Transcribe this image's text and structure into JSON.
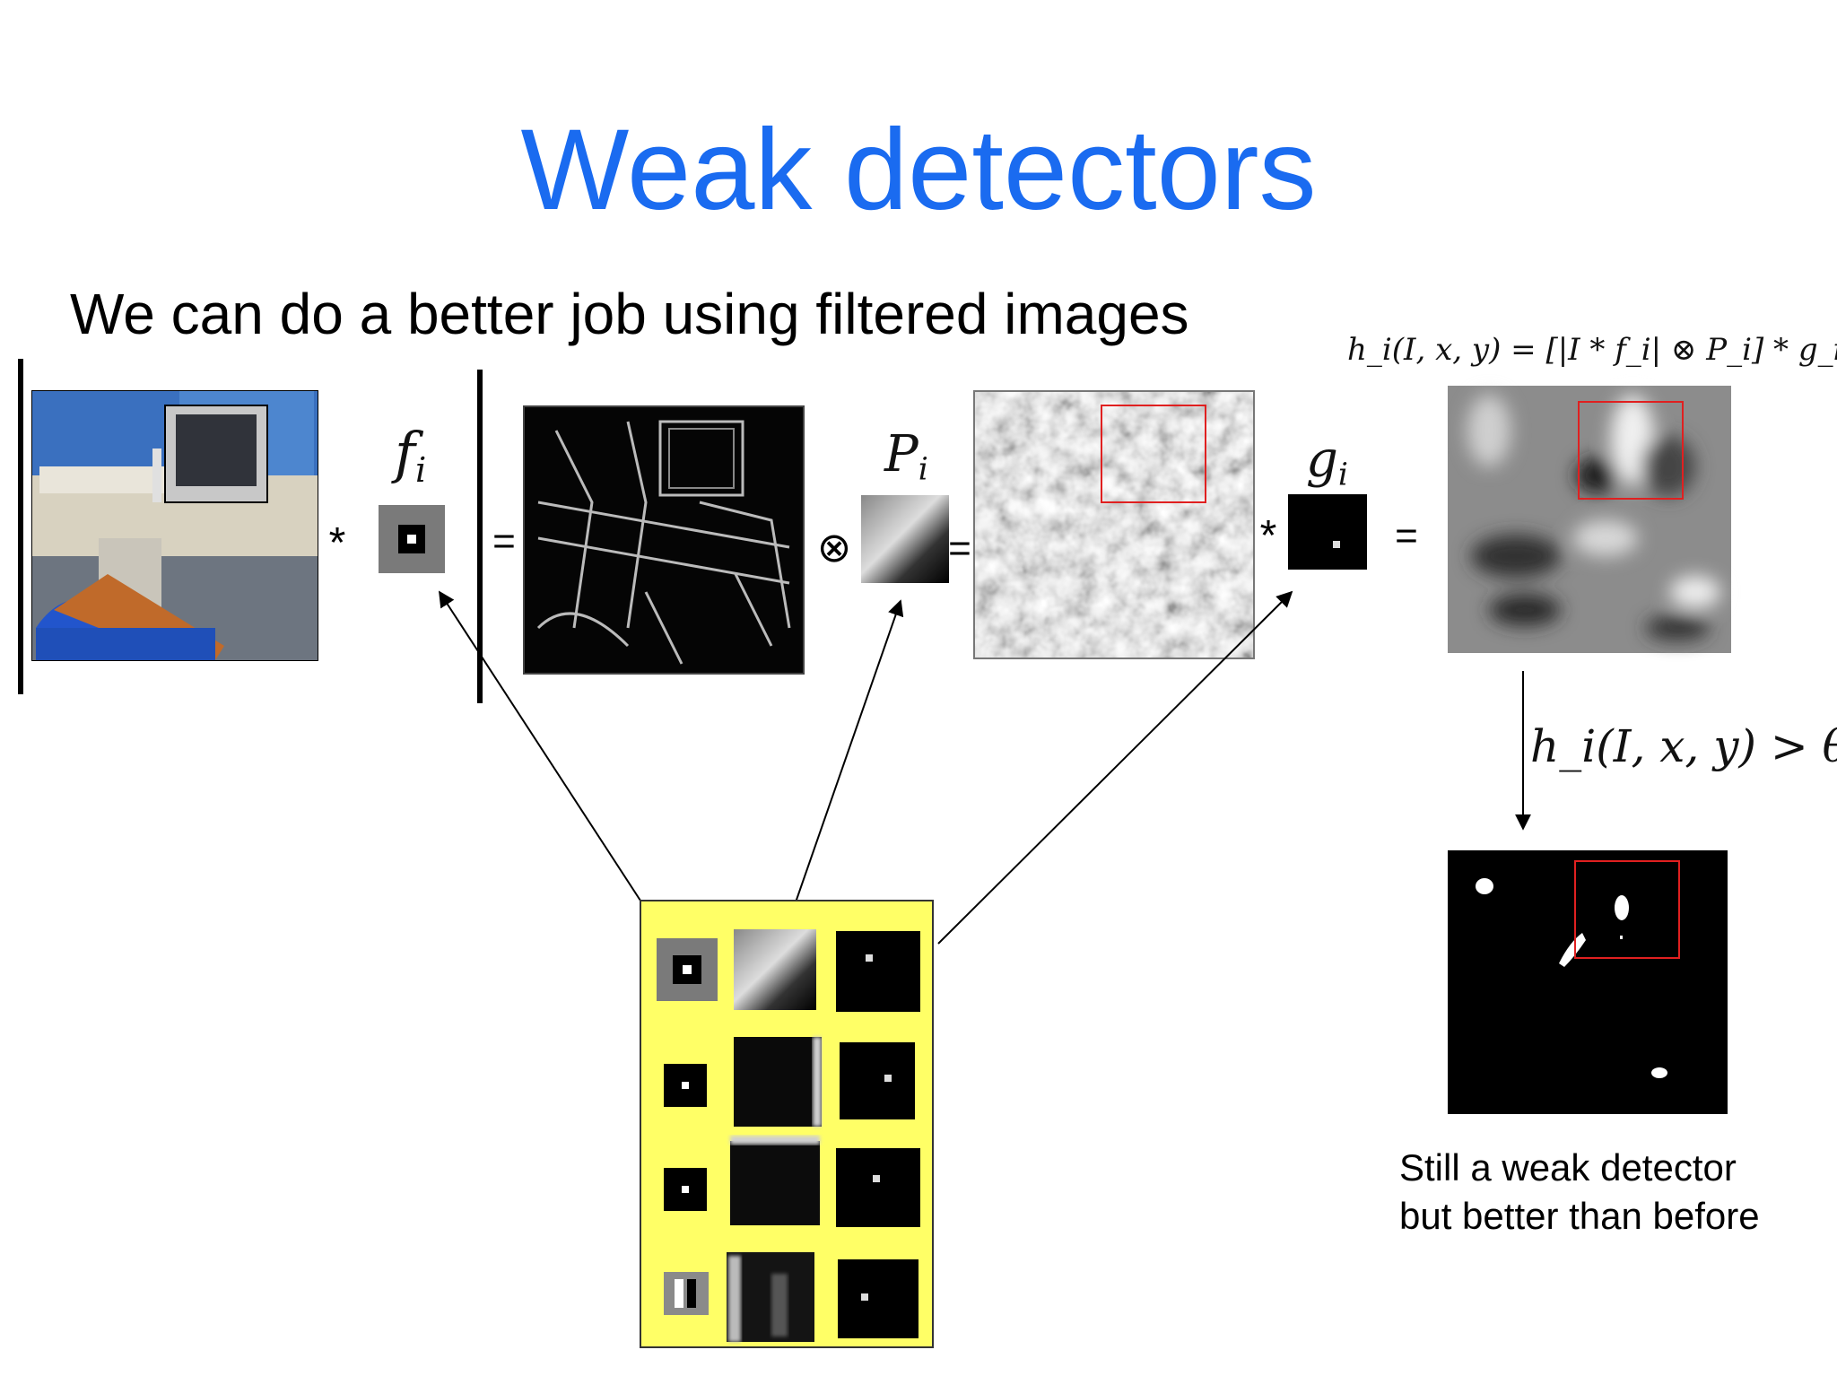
{
  "slide": {
    "title": "Weak detectors",
    "subtitle": "We can do a better job using filtered images",
    "formula": "h_i(I, x, y) = [|I * f_i| ⊗ P_i] * g_i",
    "threshold": "h_i(I, x, y) > θ",
    "caption_line1": "Still a weak detector",
    "caption_line2": "but better than before"
  },
  "symbols": {
    "f": "f",
    "f_sub": "i",
    "P": "P",
    "P_sub": "i",
    "g": "g",
    "g_sub": "i",
    "star": "*",
    "equals": "=",
    "otimes": "⊗"
  },
  "colors": {
    "title": "#1a6bf0",
    "panel_yellow": "#ffff66",
    "detection_box": "#e02020"
  }
}
